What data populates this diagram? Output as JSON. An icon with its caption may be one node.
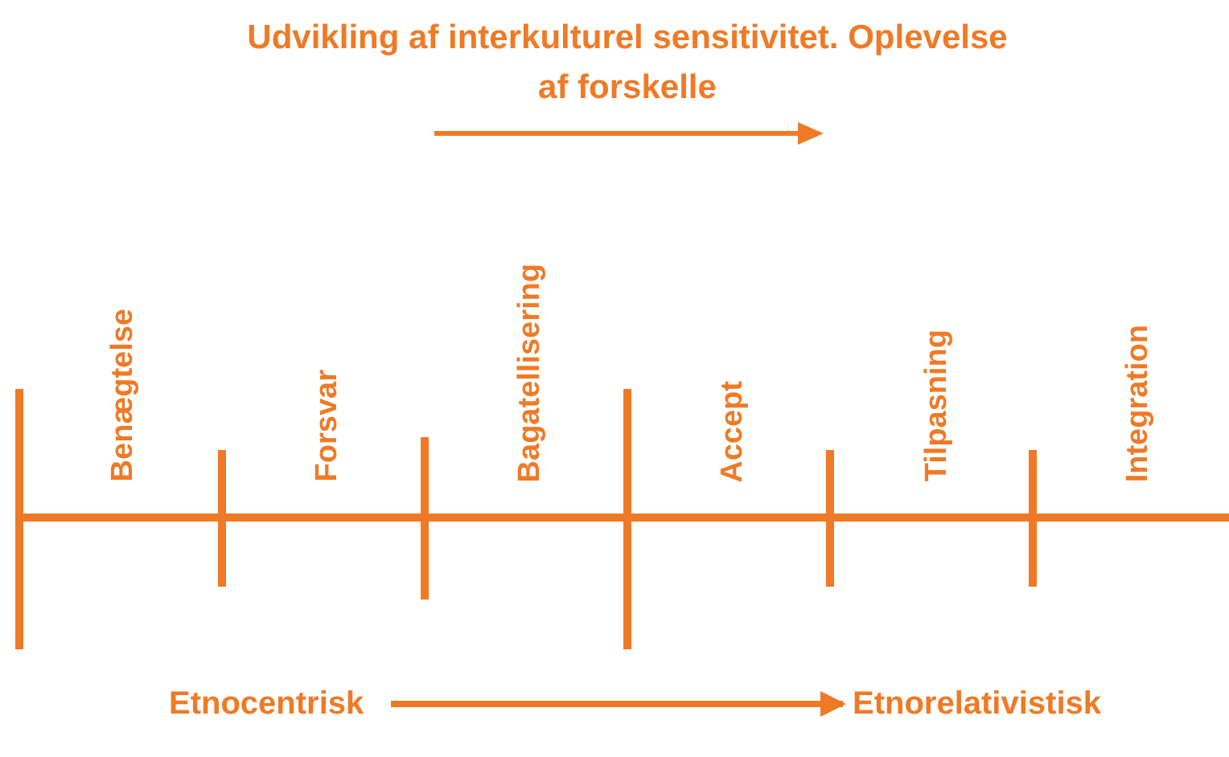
{
  "diagram": {
    "title": "Udvikling af interkulturel sensitivitet. Oplevelse af forskelle",
    "nodes": [
      {
        "text": [
          "Etnocentrisk"
        ]
      },
      {
        "text": [
          "Etnorelativistisk"
        ]
      }
    ],
    "edges": [
      {
        "from": 0,
        "to": 1,
        "arrow": "to"
      }
    ],
    "labels": [
      "Benægtelse",
      "Forsvar",
      "Bagatellisering",
      "Accept",
      "Tilpasning",
      "Integration"
    ]
  }
}
